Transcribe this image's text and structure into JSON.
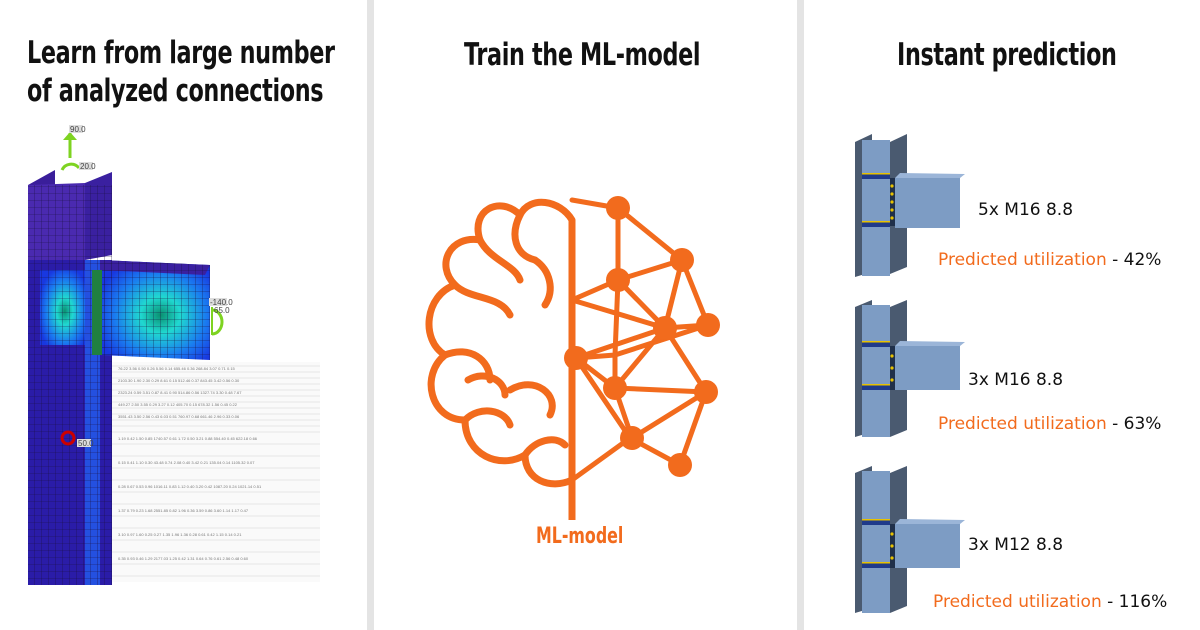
{
  "panels": [
    {
      "title_lines": [
        "Learn from large number",
        "of analyzed connections"
      ]
    },
    {
      "title_lines": [
        "Train the ML-model"
      ],
      "model_label": "ML-model"
    },
    {
      "title_lines": [
        "Instant prediction"
      ]
    }
  ],
  "fea_labels": {
    "axial": "90.0",
    "moment_top": "20.0",
    "shear": "-140.0",
    "moment_beam": "65.0",
    "bottom": "50.0"
  },
  "predictions": [
    {
      "bolts": "5x M16 8.8",
      "label": "Predicted utilization",
      "value": " - 42%"
    },
    {
      "bolts": "3x M16 8.8",
      "label": "Predicted utilization",
      "value": " - 63%"
    },
    {
      "bolts": "3x M12 8.8",
      "label": "Predicted utilization",
      "value": " - 116%"
    }
  ],
  "colors": {
    "accent": "#f26b1d",
    "steel": "#7d9cc4",
    "separator": "#e4e4e4"
  }
}
